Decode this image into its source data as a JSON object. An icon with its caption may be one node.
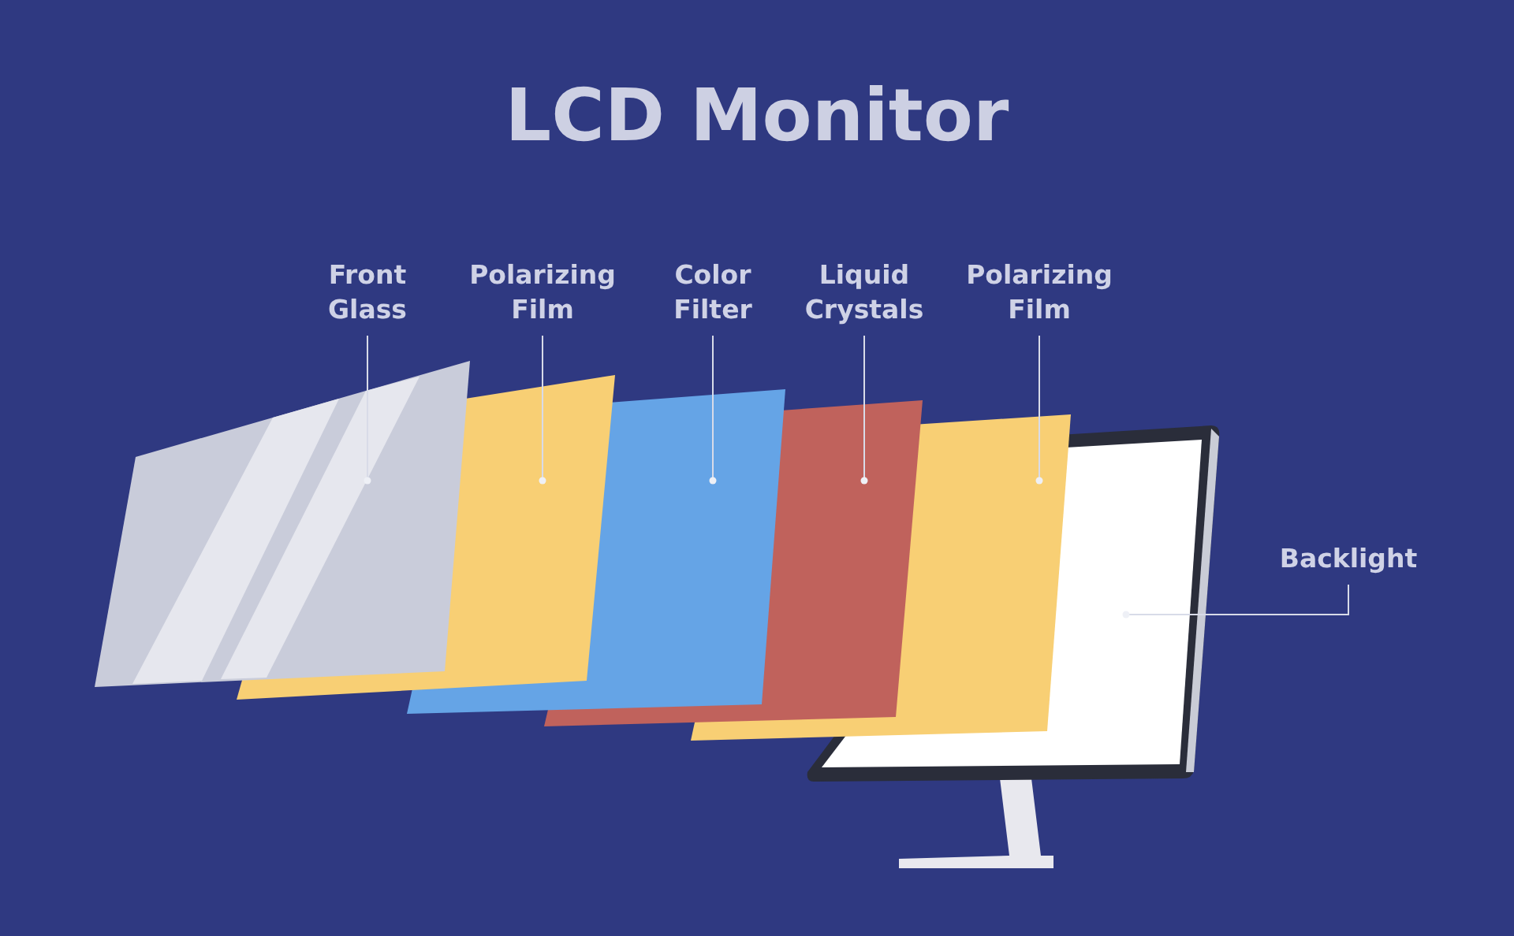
{
  "diagram": {
    "title": "LCD Monitor",
    "nodes": [
      {
        "text": [
          "Front Glass"
        ]
      },
      {
        "text": [
          "Polarizing Film"
        ]
      },
      {
        "text": [
          "Color Filter"
        ]
      },
      {
        "text": [
          "Liquid Crystals"
        ]
      },
      {
        "text": [
          "Polarizing Film"
        ]
      },
      {
        "text": [
          "Backlight"
        ]
      },
      {
        "text": [],
        "shape": "box"
      },
      {
        "text": [],
        "shape": "box"
      },
      {
        "text": [],
        "shape": "box"
      },
      {
        "text": [],
        "shape": "box"
      },
      {
        "text": [],
        "shape": "box"
      },
      {
        "text": [],
        "shape": "picture"
      }
    ],
    "edges": [
      {
        "from": 0,
        "to": 6,
        "arrow": "other"
      },
      {
        "from": 1,
        "to": 7,
        "arrow": "other"
      },
      {
        "from": 2,
        "to": 8,
        "arrow": "other"
      },
      {
        "from": 3,
        "to": 9,
        "arrow": "other"
      },
      {
        "from": 4,
        "to": 10,
        "arrow": "other"
      },
      {
        "from": 5,
        "to": 11,
        "arrow": "other"
      }
    ]
  }
}
